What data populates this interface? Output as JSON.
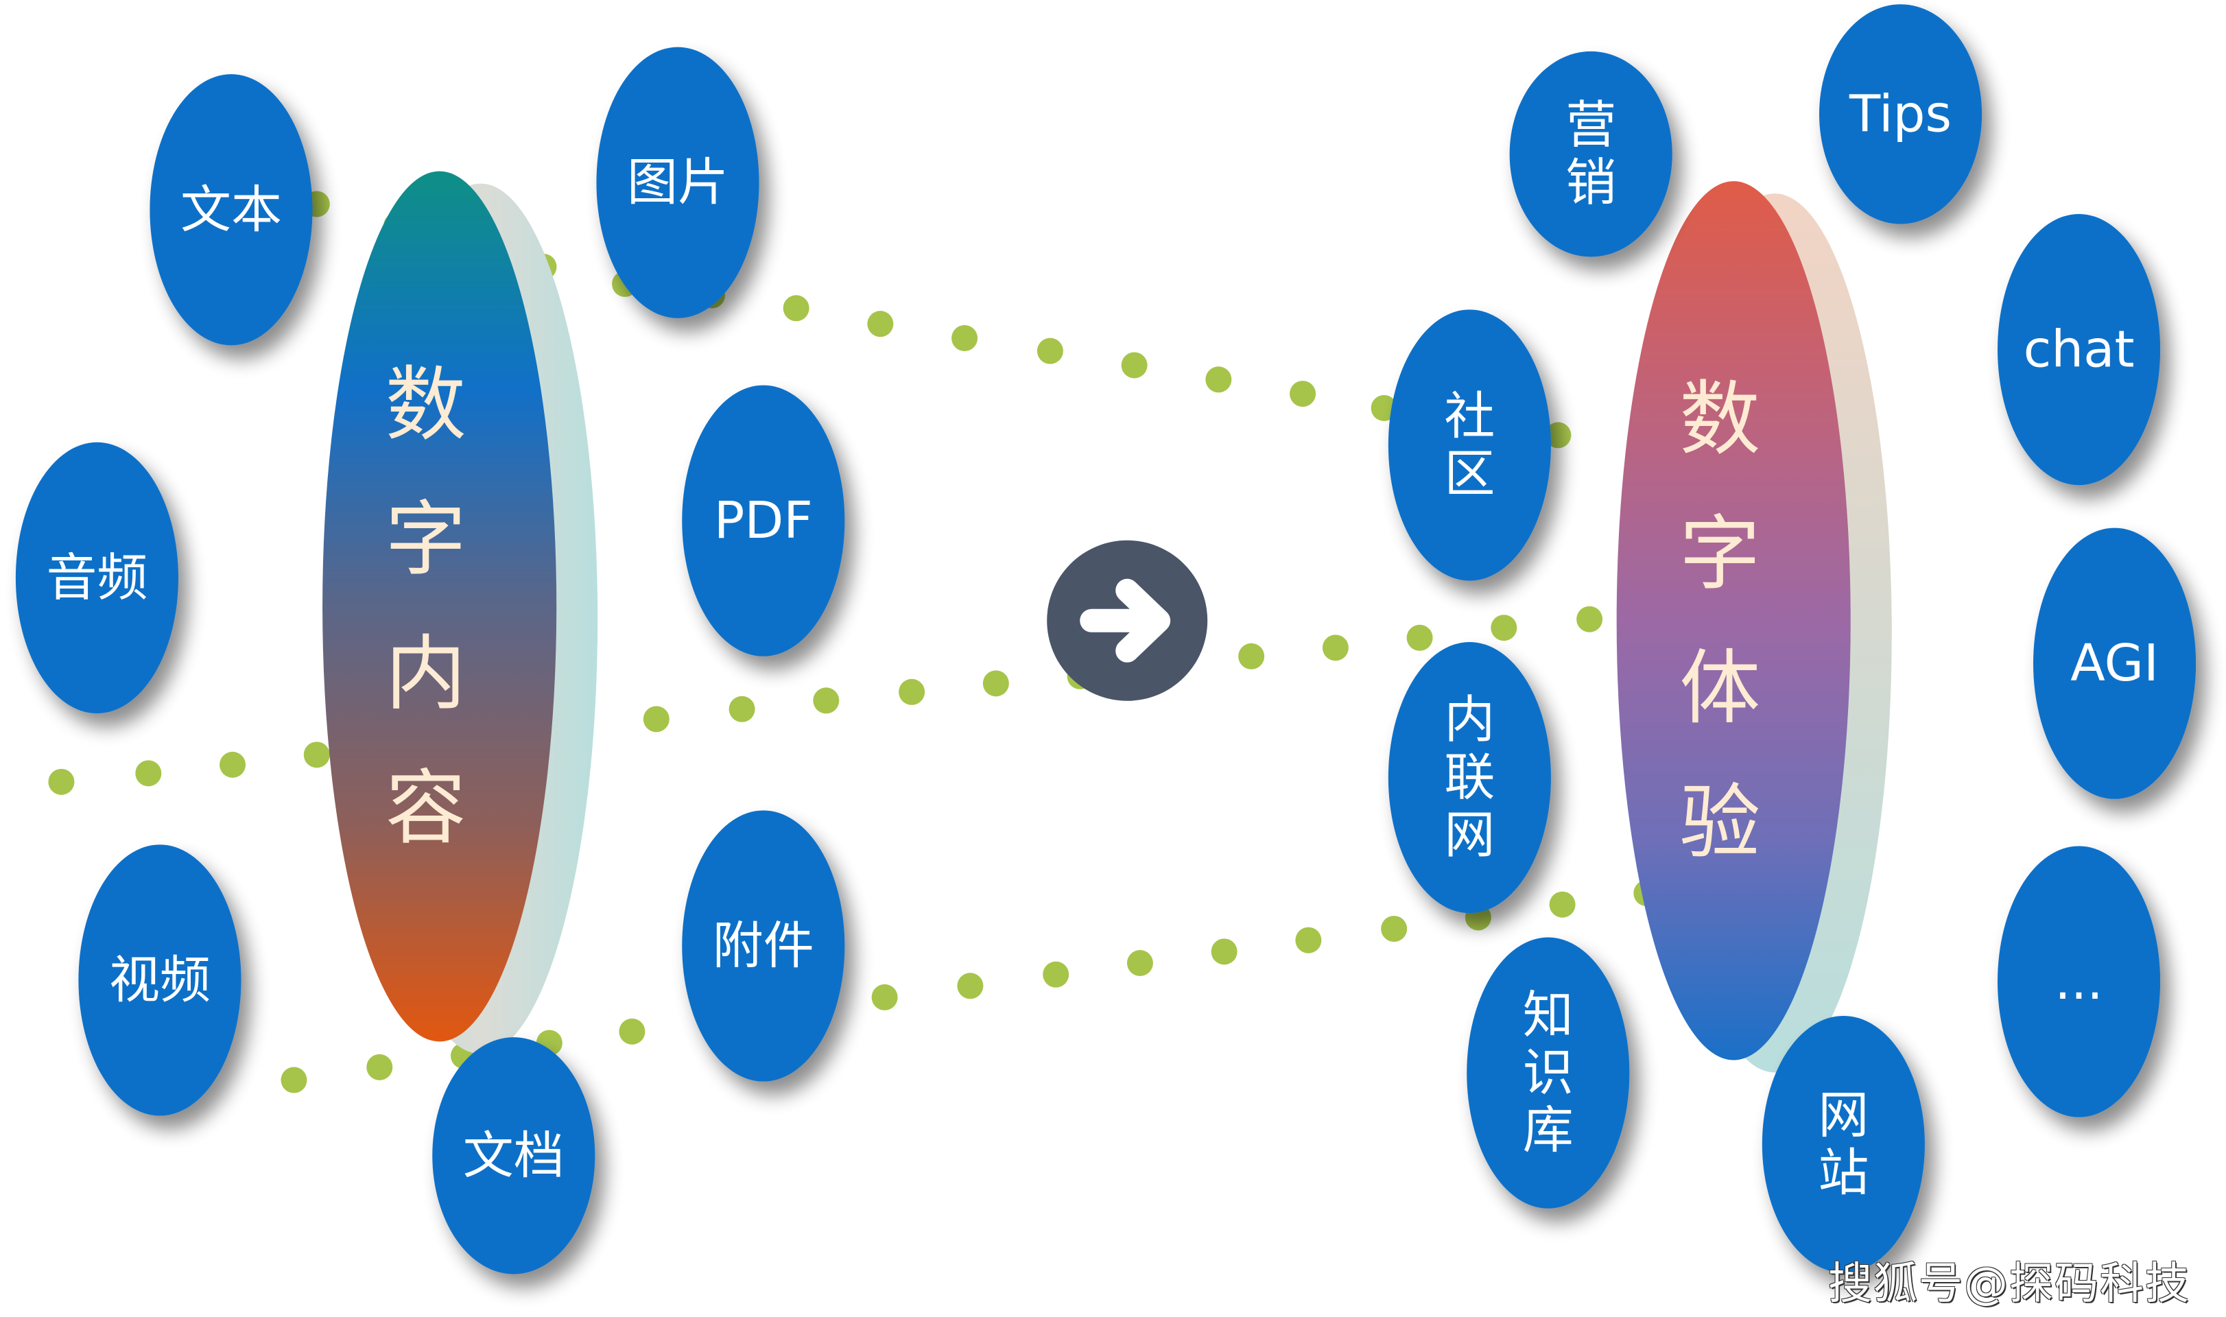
{
  "diagram": {
    "left_hub": {
      "label": [
        "数",
        "字",
        "内",
        "容"
      ],
      "gradient": [
        "#0f8f86",
        "#1170c8",
        "#5b6688",
        "#8e5f5a",
        "#e25710"
      ],
      "rim_color": "#b8dedd"
    },
    "right_hub": {
      "label": [
        "数",
        "字",
        "体",
        "验"
      ],
      "gradient": [
        "#e05c48",
        "#c0637a",
        "#9c69a5",
        "#6e6fb8",
        "#1a70c8"
      ],
      "rim_top": "#f2d4c4",
      "rim_bottom": "#b8dedd"
    },
    "center_icon": {
      "name": "arrow-right-icon",
      "bg": "#4a5568",
      "fg": "#ffffff"
    },
    "node_color": "#1170c8",
    "dot_color": "#a6c44a",
    "left_nodes": [
      {
        "id": "text",
        "label": [
          "文本"
        ]
      },
      {
        "id": "image",
        "label": [
          "图片"
        ]
      },
      {
        "id": "audio",
        "label": [
          "音频"
        ]
      },
      {
        "id": "pdf",
        "label": [
          "PDF"
        ]
      },
      {
        "id": "video",
        "label": [
          "视频"
        ]
      },
      {
        "id": "attachment",
        "label": [
          "附件"
        ]
      },
      {
        "id": "document",
        "label": [
          "文档"
        ]
      }
    ],
    "right_nodes": [
      {
        "id": "marketing",
        "label": [
          "营",
          "销"
        ]
      },
      {
        "id": "tips",
        "label": [
          "Tips"
        ]
      },
      {
        "id": "chat",
        "label": [
          "chat"
        ]
      },
      {
        "id": "community",
        "label": [
          "社",
          "区"
        ]
      },
      {
        "id": "agi",
        "label": [
          "AGI"
        ]
      },
      {
        "id": "intranet",
        "label": [
          "内",
          "联",
          "网"
        ]
      },
      {
        "id": "more",
        "label": [
          "..."
        ]
      },
      {
        "id": "knowledge-base",
        "label": [
          "知",
          "识",
          "库"
        ]
      },
      {
        "id": "website",
        "label": [
          "网",
          "站"
        ]
      }
    ]
  },
  "watermark": "搜狐号@探码科技"
}
